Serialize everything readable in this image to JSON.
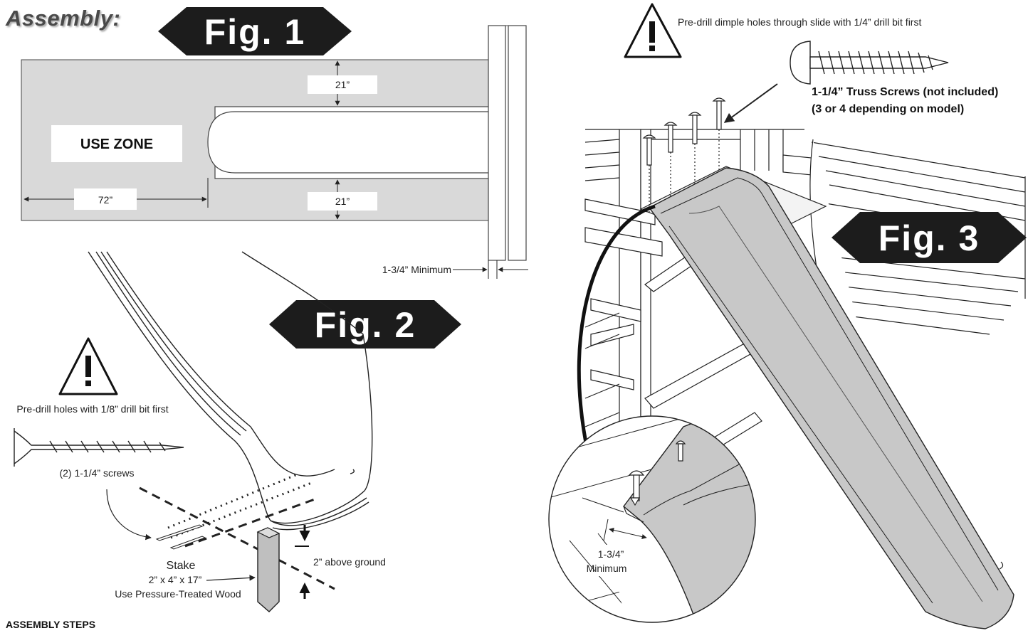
{
  "header": {
    "title": "Assembly:"
  },
  "fig1": {
    "badge": "Fig. 1",
    "use_zone": "USE ZONE",
    "dim_top": "21”",
    "dim_bottom": "21”",
    "dim_left": "72”",
    "minimum": "1-3/4”  Minimum"
  },
  "fig2": {
    "badge": "Fig. 2",
    "predrill": "Pre-drill holes with 1/8” drill bit first",
    "screws": "(2) 1-1/4” screws",
    "stake": "Stake",
    "stake_size": "2” x 4” x 17”",
    "wood": "Use Pressure-Treated Wood",
    "above_ground": "2” above ground"
  },
  "fig3": {
    "badge": "Fig. 3",
    "predrill": "Pre-drill dimple holes through slide with 1/4” drill bit first",
    "truss_line1": "1-1/4” Truss Screws (not included)",
    "truss_line2": "(3 or 4 depending on model)",
    "min_value": "1-3/4”",
    "min_label": "Minimum"
  },
  "footer": {
    "steps_heading": "ASSEMBLY STEPS"
  }
}
